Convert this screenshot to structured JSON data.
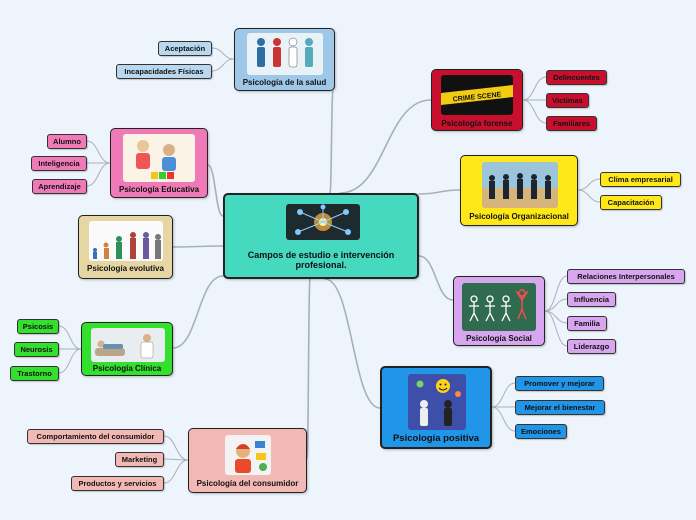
{
  "central": {
    "title": "Campos de estudio e intervención profesional.",
    "color": "#45d9c0"
  },
  "branches": [
    {
      "id": "salud",
      "title": "Psicología de la salud",
      "color": "#9fc8e8",
      "leafColor": "#b9d8ef",
      "children": [
        "Aceptación",
        "Incapacidades Físicas"
      ]
    },
    {
      "id": "forense",
      "title": "Psicología forense",
      "color": "#c8102e",
      "leafColor": "#c8102e",
      "children": [
        "Delincuentes",
        "Victimas",
        "Familiares"
      ]
    },
    {
      "id": "educativa",
      "title": "Psicología Educativa",
      "color": "#f07ab8",
      "leafColor": "#f07ab8",
      "children": [
        "Alumno",
        "Inteligencia",
        "Aprendizaje"
      ]
    },
    {
      "id": "organizacional",
      "title": "Psicología Organizacional",
      "color": "#ffe81a",
      "leafColor": "#ffe81a",
      "children": [
        "Clima empresarial",
        "Capacitación"
      ]
    },
    {
      "id": "evolutiva",
      "title": "Psicología evolutiva",
      "color": "#e6d6a4",
      "leafColor": "#e6d6a4",
      "children": []
    },
    {
      "id": "social",
      "title": "Psicología Social",
      "color": "#d7a6ef",
      "leafColor": "#d7a6ef",
      "children": [
        "Relaciones Interpersonales",
        "Influencia",
        "Familia",
        "Liderazgo"
      ]
    },
    {
      "id": "clinica",
      "title": "Psicología Clínica",
      "color": "#34e02e",
      "leafColor": "#34e02e",
      "children": [
        "Psicosis",
        "Neurosis",
        "Trastorno"
      ]
    },
    {
      "id": "positiva",
      "title": "Psicología positiva",
      "color": "#2196e8",
      "leafColor": "#2196e8",
      "children": [
        "Promover y mejorar",
        "Mejorar el bienestar",
        "Emociones"
      ]
    },
    {
      "id": "consumidor",
      "title": "Psicología del consumidor",
      "color": "#f2b9b4",
      "leafColor": "#f2b9b4",
      "children": [
        "Comportamiento del consumidor",
        "Marketing",
        "Productos y servicios"
      ]
    }
  ]
}
